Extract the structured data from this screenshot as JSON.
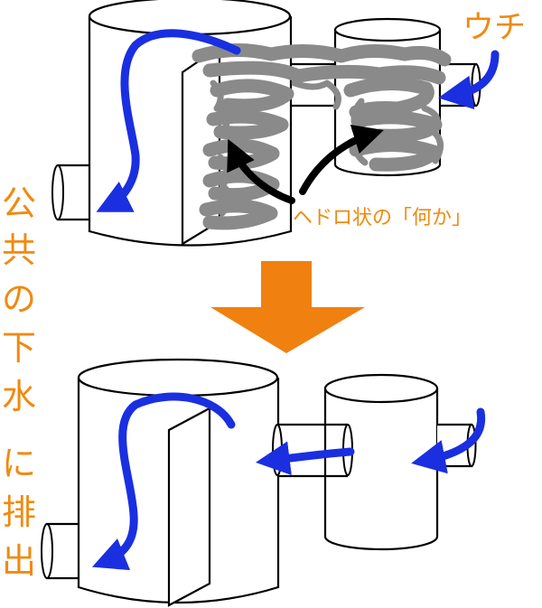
{
  "labels": {
    "home": "ウチ",
    "sludge": "ヘドロ状の「何か」",
    "public_sewer": [
      "公",
      "共",
      "の",
      "下",
      "水",
      "に",
      "排",
      "出"
    ]
  },
  "colors": {
    "label_orange": "#f08a10",
    "arrow_down": "#f08010",
    "flow_blue": "#1a2fe0",
    "sludge_gray": "#8a8a8a",
    "pointer_black": "#000000",
    "outline": "#000000",
    "background": "#ffffff"
  },
  "icons": {
    "flow": "flow-arrow-icon",
    "transition": "down-arrow-icon",
    "pointer": "pointer-arrow-icon"
  }
}
